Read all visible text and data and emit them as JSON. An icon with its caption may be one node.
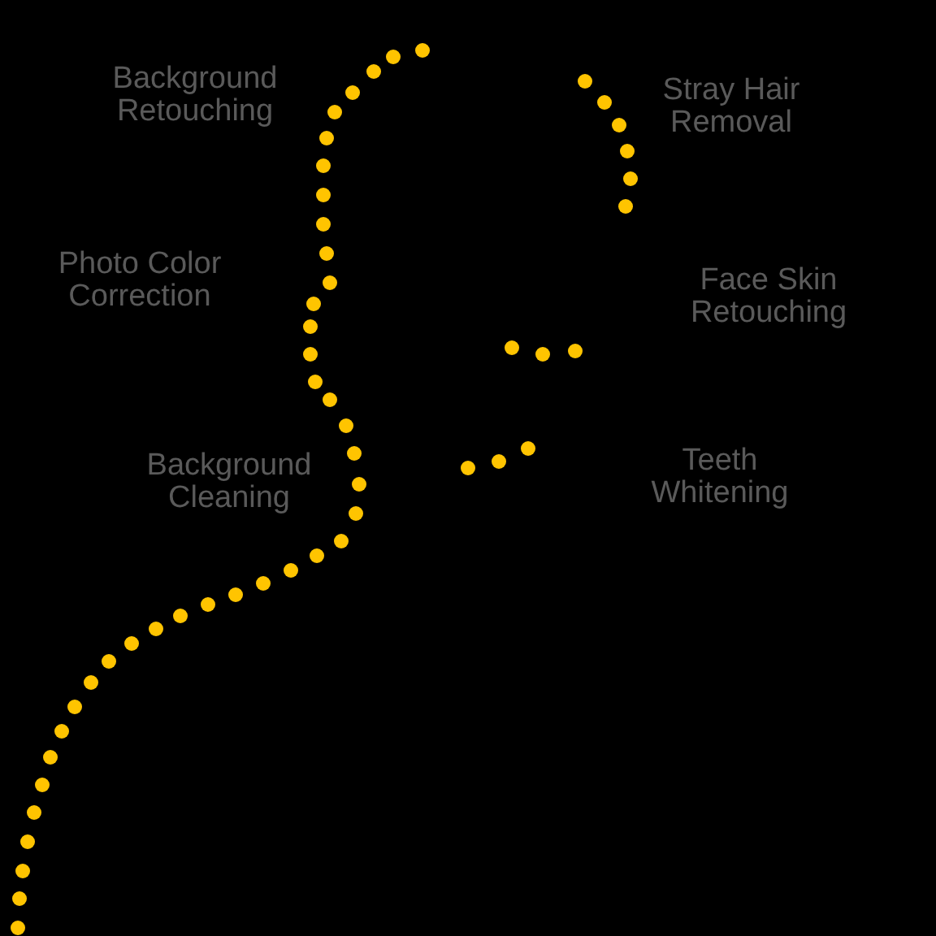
{
  "diagram": {
    "labels": [
      "Background Retouching",
      "Stray Hair Removal",
      "Photo Color Correction",
      "Face Skin Retouching",
      "Background Cleaning",
      "Teeth Whitening"
    ]
  }
}
